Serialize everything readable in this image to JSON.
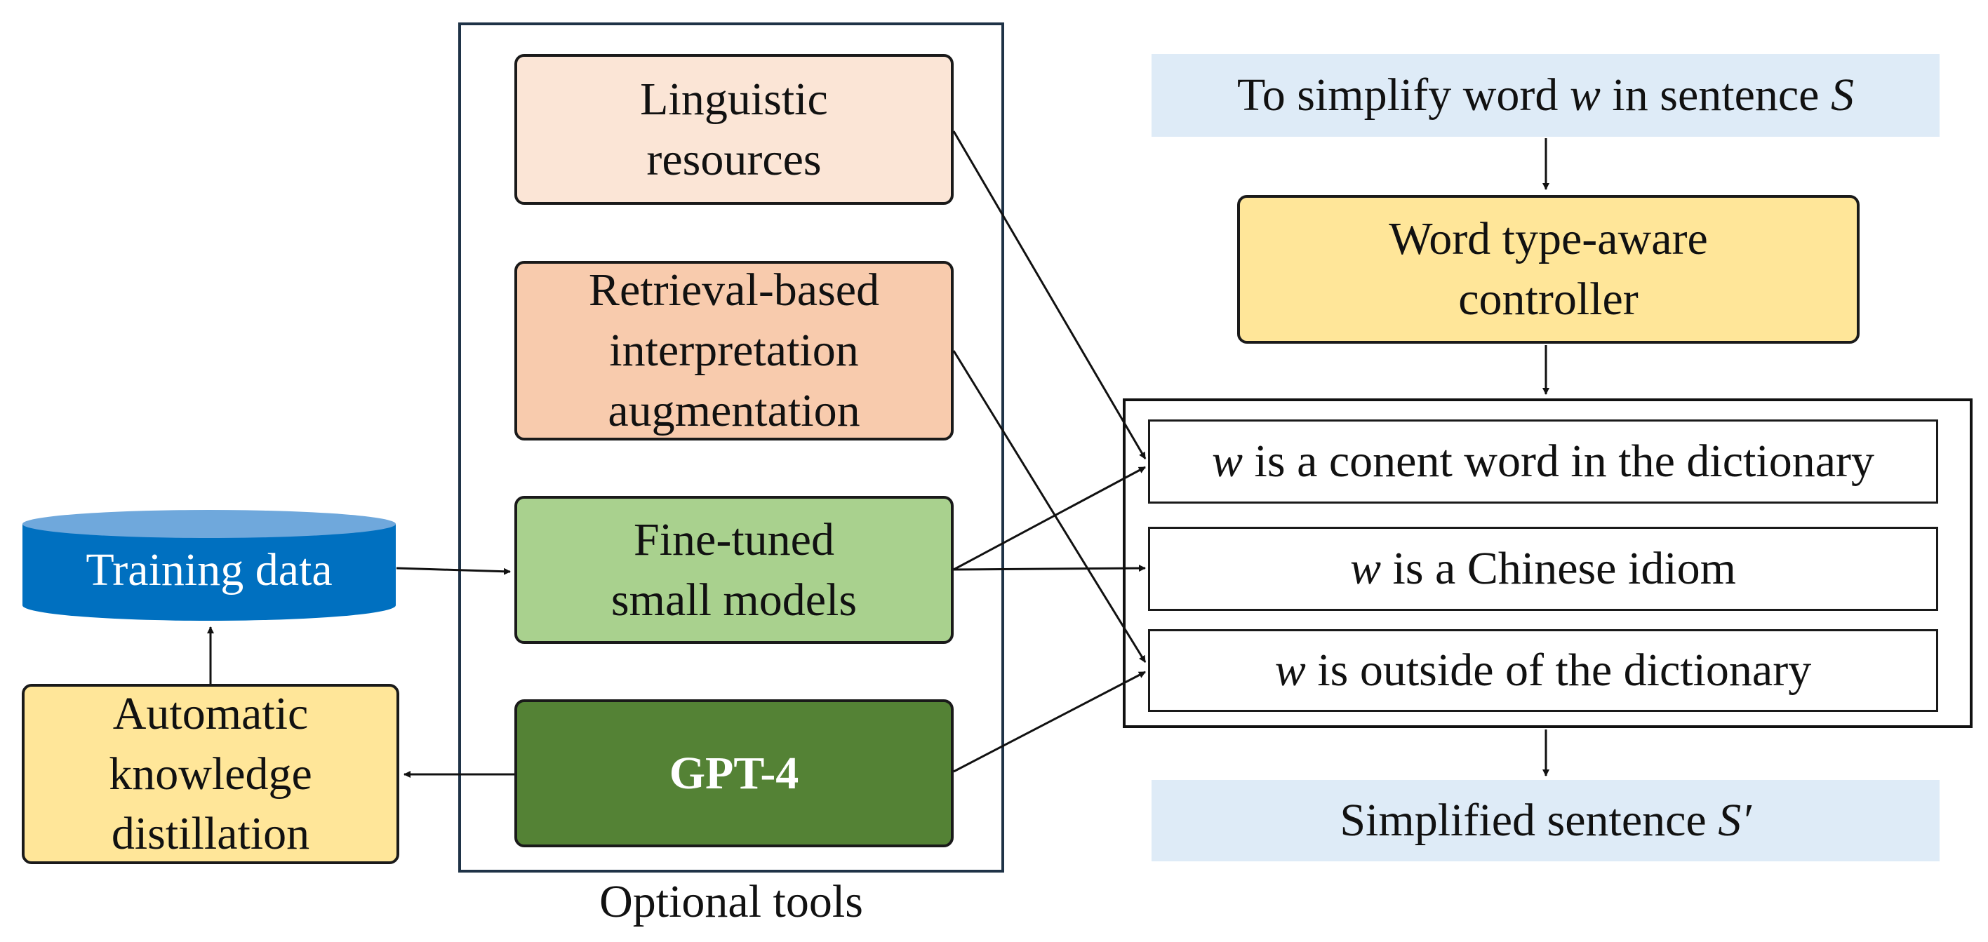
{
  "optional_tools": {
    "caption": "Optional tools",
    "linguistic": [
      "Linguistic",
      "resources"
    ],
    "retrieval": [
      "Retrieval-based",
      "interpretation",
      "augmentation"
    ],
    "finetuned": [
      "Fine-tuned",
      "small models"
    ],
    "gpt4": "GPT-4"
  },
  "left": {
    "training_data": "Training data",
    "distillation": [
      "Automatic",
      "knowledge",
      "distillation"
    ]
  },
  "right": {
    "input": {
      "pre": "To simplify word ",
      "w": "w",
      "mid": " in sentence ",
      "s": "S"
    },
    "controller": [
      "Word type-aware",
      "controller"
    ],
    "cases": [
      {
        "w": "w",
        "text": " is a conent word in the dictionary"
      },
      {
        "w": "w",
        "text": " is a Chinese idiom"
      },
      {
        "w": "w",
        "text": " is outside of the dictionary"
      }
    ],
    "output": {
      "pre": "Simplified sentence ",
      "s": "S′"
    }
  },
  "colors": {
    "linguistic": "#fbe5d6",
    "retrieval": "#f8cbad",
    "finetuned": "#a9d18e",
    "gpt4": "#548235",
    "training_data": "#0070c0",
    "training_data_top": "#6fa8dc",
    "distillation": "#ffe699",
    "controller": "#ffe699",
    "io_band": "#deebf7",
    "panel_border": "#1f3347"
  }
}
